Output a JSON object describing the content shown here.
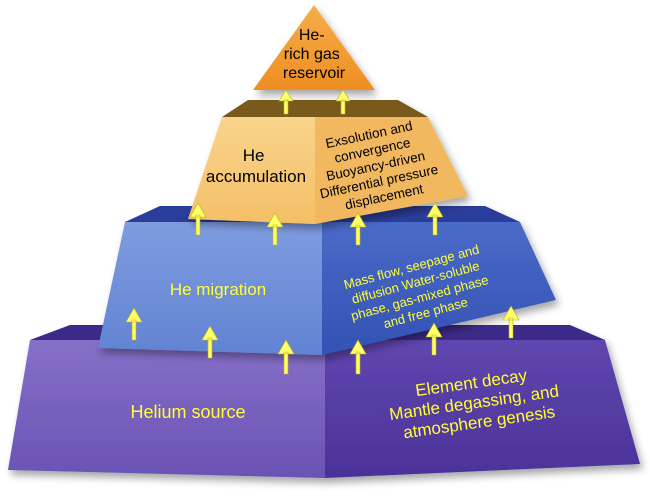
{
  "levels": {
    "top": {
      "title_lines": [
        "He-",
        "rich gas",
        "reservoir"
      ]
    },
    "accumulation": {
      "title_lines": [
        "He",
        "accumulation"
      ],
      "detail_lines": [
        "Exsolution and",
        "convergence",
        "Buoyancy-driven",
        "Differential pressure",
        "displacement"
      ]
    },
    "migration": {
      "title": "He migration",
      "detail_lines": [
        "Mass flow, seepage and",
        "diffusion Water-soluble",
        "phase, gas-mixed phase",
        "and free phase"
      ]
    },
    "source": {
      "title": "Helium source",
      "detail_lines": [
        "Element decay",
        "Mantle degassing, and",
        "atmosphere genesis"
      ]
    }
  },
  "colors": {
    "top_face": "#f29a2e",
    "top_side": "#c8741a",
    "accumulation_front": "#f7c877",
    "accumulation_side": "#f0b55a",
    "accumulation_top": "#7a5a1e",
    "migration_front": "#6f8fda",
    "migration_side": "#3f5fc0",
    "migration_top": "#2b3e9a",
    "source_front": "#7a64c0",
    "source_side": "#5a40a8",
    "source_top": "#3d2a88",
    "arrow": "#ffff66",
    "detail_text_light": "#ffff33",
    "title_text_light": "#ffff33",
    "dark_text": "#000000"
  }
}
